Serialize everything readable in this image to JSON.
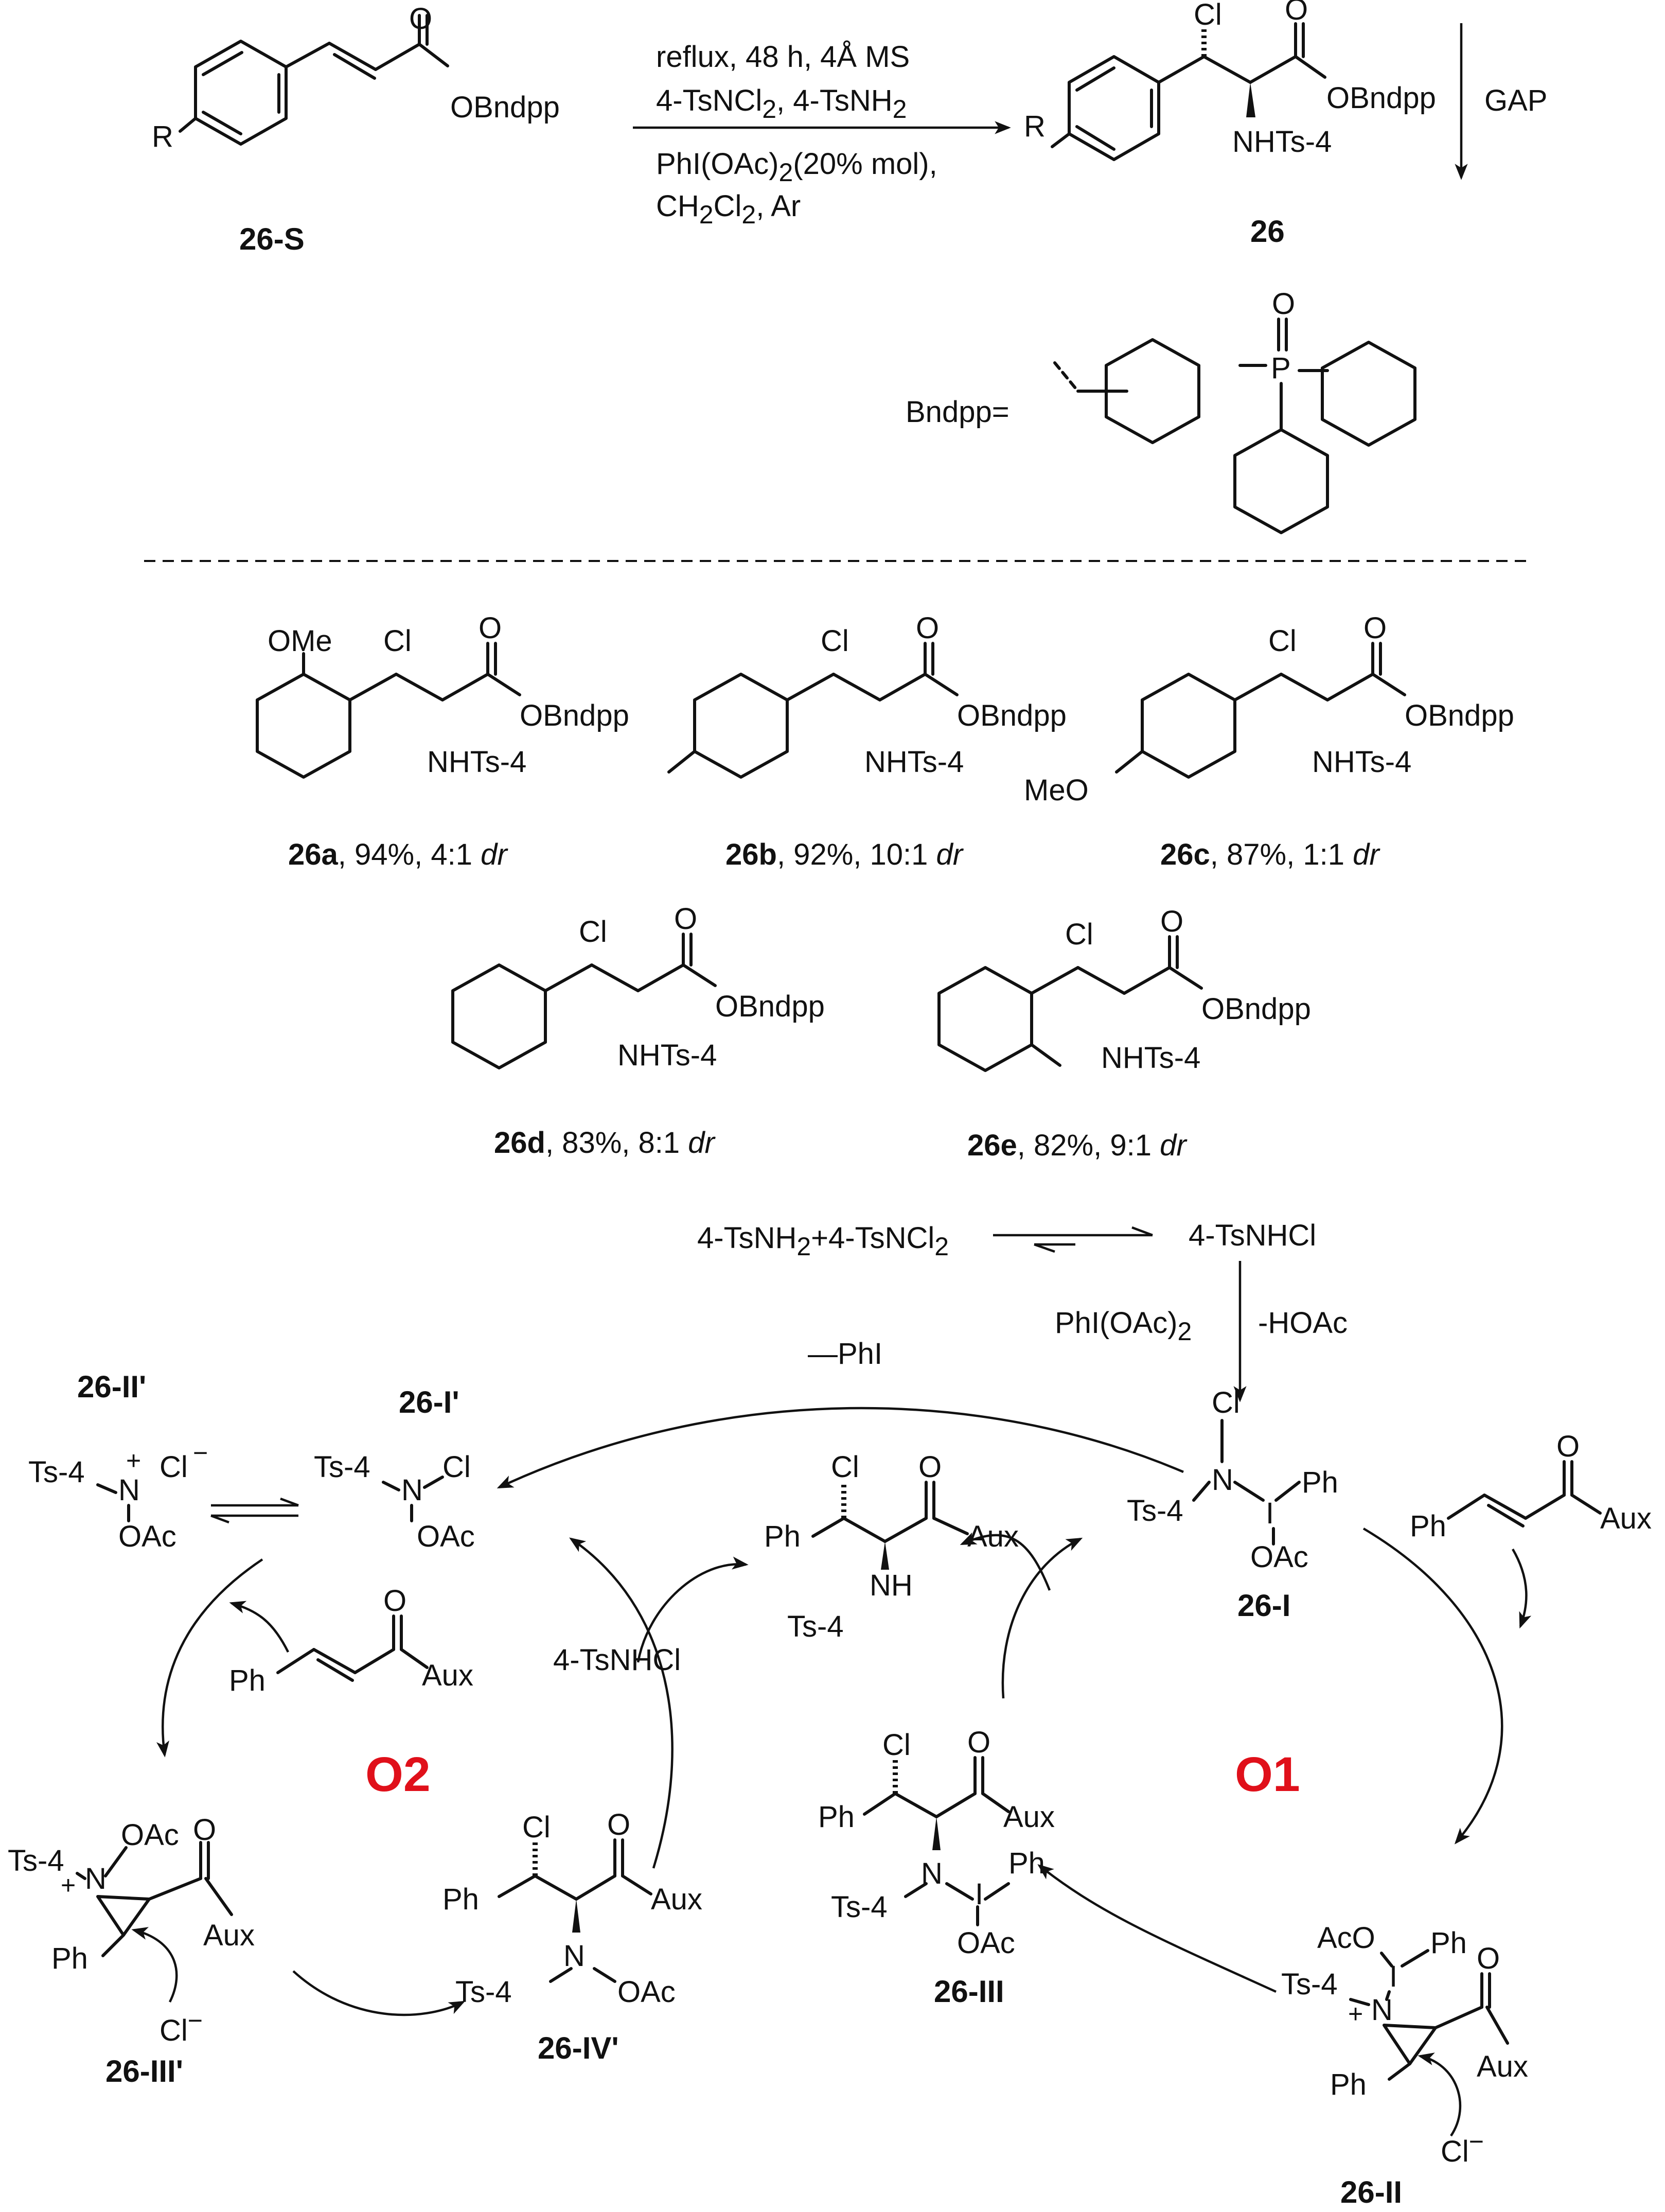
{
  "reaction": {
    "conditions": [
      "reflux, 48 h, 4Å MS",
      "4-TsNCl",
      "2",
      ", 4-TsNH",
      "2",
      "PhI(OAc)",
      "2",
      "(20% mol),",
      "CH",
      "2",
      "Cl",
      "2",
      ", Ar"
    ],
    "gap_label": "GAP",
    "substituent": "R",
    "ester": "OBndpp",
    "product_nh": "NHTs-4",
    "cl": "Cl",
    "o": "O"
  },
  "labels": {
    "sm": "26-S",
    "product": "26",
    "bndpp_def": "Bndpp=",
    "p": "P",
    "o": "O"
  },
  "scope": [
    {
      "id": "26a",
      "rest": ", 94%, 4:1 ",
      "dr": "dr",
      "sub": "OMe"
    },
    {
      "id": "26b",
      "rest": ", 92%, 10:1 ",
      "dr": "dr",
      "sub": ""
    },
    {
      "id": "26c",
      "rest": ", 87%, 1:1 ",
      "dr": "dr",
      "sub": "MeO"
    },
    {
      "id": "26d",
      "rest": ", 83%, 8:1 ",
      "dr": "dr",
      "sub": ""
    },
    {
      "id": "26e",
      "rest": ", 82%, 9:1 ",
      "dr": "dr",
      "sub": ""
    }
  ],
  "mechanism": {
    "equilibrium": [
      "4-TsNH",
      "2",
      "+4-TsNCl",
      "2"
    ],
    "tsnhcl": "4-TsNHCl",
    "phioac2": [
      "PhI(OAc)",
      "2"
    ],
    "minus_hoac": "-HOAc",
    "minus_phi": "—PhI",
    "cycle_o1": "O1",
    "cycle_o2": "O2",
    "cl_minus": "Cl",
    "minus": "−",
    "plus": "+",
    "ts4": "Ts-4",
    "ph": "Ph",
    "aux": "Aux",
    "oac": "OAc",
    "aco": "AcO",
    "n": "N",
    "i": "I",
    "nh": "NH",
    "tsnhcl_o2": "4-TsNHCl",
    "intermediates": {
      "i": "26-I",
      "ii": "26-II",
      "iii": "26-III",
      "i_prime": "26-I'",
      "ii_prime": "26-II'",
      "iii_prime": "26-III'",
      "iv_prime": "26-IV'"
    }
  }
}
